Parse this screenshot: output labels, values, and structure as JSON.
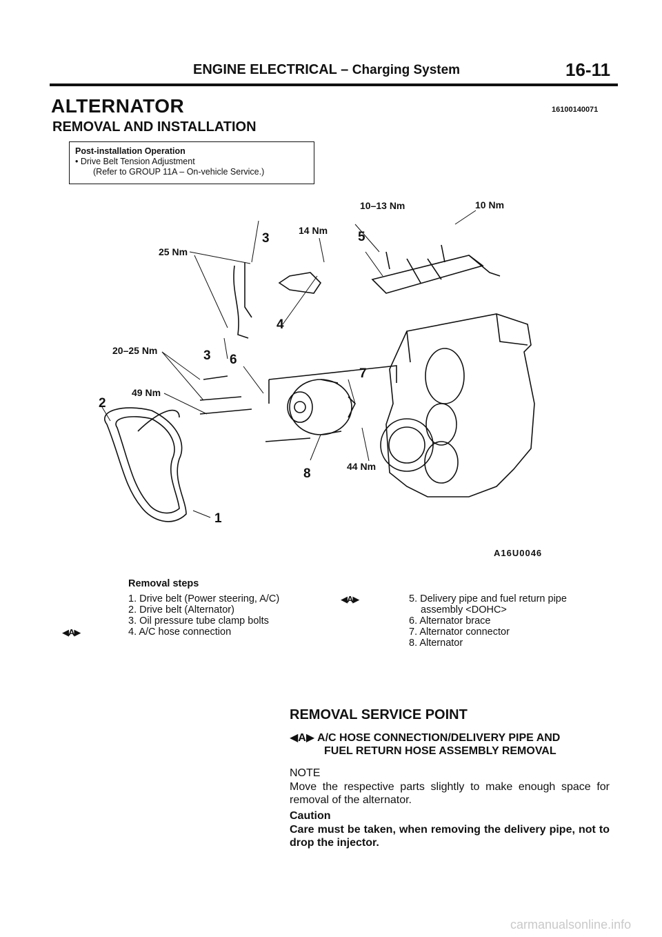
{
  "header": {
    "section": "ENGINE ELECTRICAL",
    "separator": "–",
    "subsection": "Charging System",
    "page_number": "16-11"
  },
  "title": "ALTERNATOR",
  "doc_code": "16100140071",
  "subtitle": "REMOVAL AND INSTALLATION",
  "post_installation": {
    "heading": "Post-installation Operation",
    "item": "•  Drive Belt Tension Adjustment",
    "ref": "(Refer to GROUP 11A – On-vehicle Service.)"
  },
  "diagram": {
    "torque": {
      "t1013": "10–13 Nm",
      "t10": "10 Nm",
      "t14": "14 Nm",
      "t25": "25 Nm",
      "t2025": "20–25 Nm",
      "t49": "49 Nm",
      "t44": "44 Nm"
    },
    "callouts": {
      "c3a": "3",
      "c3b": "3",
      "c5": "5",
      "c4": "4",
      "c6": "6",
      "c7": "7",
      "c2": "2",
      "c8": "8",
      "c1": "1"
    },
    "figure_code": "A16U0046"
  },
  "removal_steps": {
    "heading": "Removal steps",
    "left": [
      "1. Drive belt (Power steering, A/C)",
      "2. Drive belt (Alternator)",
      "3. Oil pressure tube clamp bolts",
      "4. A/C hose connection"
    ],
    "right": [
      "5. Delivery pipe and fuel return pipe",
      "assembly <DOHC>",
      "6. Alternator brace",
      "7. Alternator connector",
      "8. Alternator"
    ],
    "marker": "◀A▶"
  },
  "service_point": {
    "heading": "REMOVAL SERVICE POINT",
    "subheading_line1": "◀A▶ A/C HOSE CONNECTION/DELIVERY PIPE AND",
    "subheading_line2": "FUEL RETURN HOSE ASSEMBLY REMOVAL",
    "note_heading": "NOTE",
    "note_text": "Move the respective parts slightly to make enough space for removal of the alternator.",
    "caution_heading": "Caution",
    "caution_text": "Care must be taken, when removing the delivery pipe, not to drop the injector."
  },
  "watermark": "carmanualsonline.info"
}
